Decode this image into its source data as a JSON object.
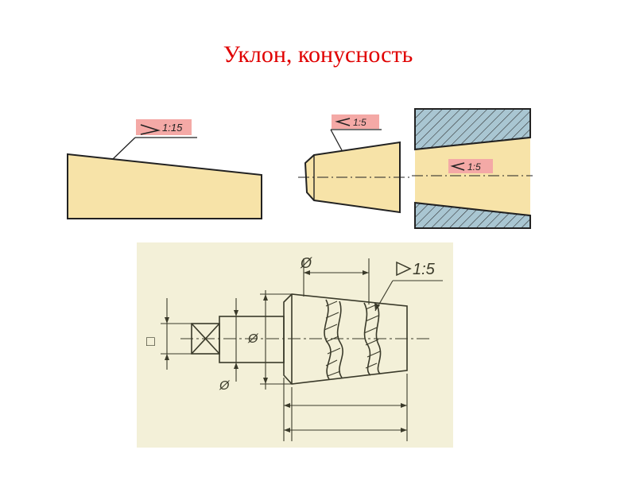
{
  "title": "Уклон, конусность",
  "colors": {
    "title": "#e00000",
    "part_fill": "#f7e3a8",
    "label_box": "#f4a9a6",
    "hatch_fill": "#a9c6d2",
    "line": "#222222",
    "sketch_paper": "#f3f0d8",
    "sketch_line": "#3a3a2a"
  },
  "figures": {
    "slope": {
      "designation": "1:15",
      "symbol": "slope-symbol-icon"
    },
    "taper_shaft": {
      "designation": "1:5",
      "symbol": "taper-symbol-icon"
    },
    "taper_hole": {
      "designation": "1:5",
      "symbol": "taper-symbol-icon"
    },
    "taper_drawing": {
      "designation": "1:5",
      "diameter_sign": "Ø",
      "square_sign": "□",
      "symbol": "taper-symbol-icon"
    }
  }
}
